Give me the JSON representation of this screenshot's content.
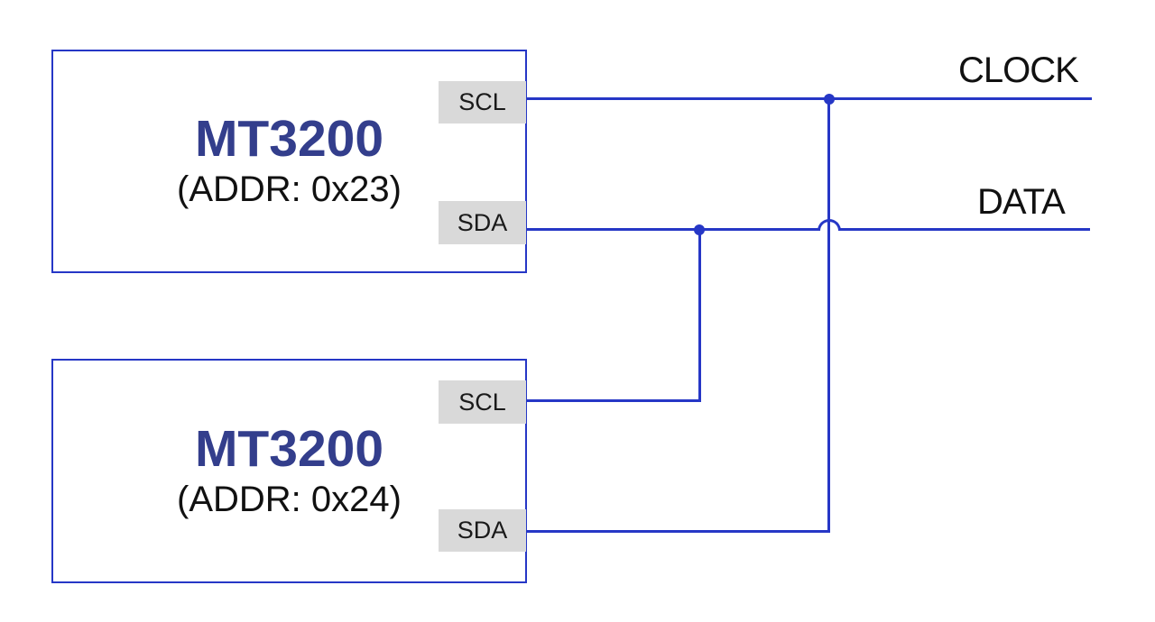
{
  "diagram": {
    "bus_labels": {
      "clock": "CLOCK",
      "data": "DATA"
    },
    "devices": [
      {
        "name": "MT3200",
        "address_label": "(ADDR: 0x23)",
        "pins": [
          {
            "label": "SCL"
          },
          {
            "label": "SDA"
          }
        ]
      },
      {
        "name": "MT3200",
        "address_label": "(ADDR: 0x24)",
        "pins": [
          {
            "label": "SCL"
          },
          {
            "label": "SDA"
          }
        ]
      }
    ],
    "colors": {
      "wire_blue": "#2637c6",
      "device_name_navy": "#333e8c",
      "pin_tag_gray": "#d9d9d9",
      "label_text": "#111111",
      "background": "#ffffff"
    }
  }
}
